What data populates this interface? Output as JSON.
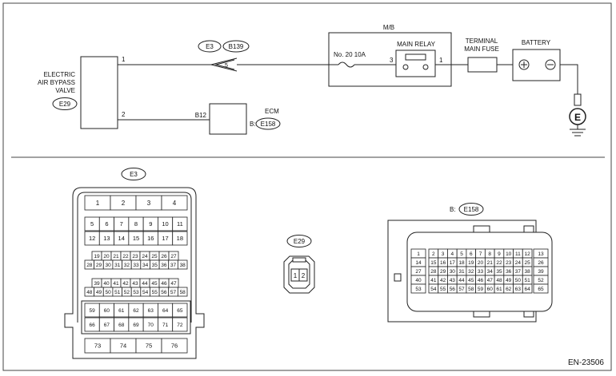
{
  "wiring": {
    "valve": {
      "label_lines": [
        "ELECTRIC",
        "AIR BYPASS",
        "VALVE"
      ],
      "connector": "E29",
      "pin_top": "1",
      "pin_bottom": "2"
    },
    "connector_e3": {
      "id": "E3",
      "mate": "B139",
      "pin": "5"
    },
    "ecm": {
      "label": "ECM",
      "prefix": "B:",
      "connector": "E158",
      "pin": "B12"
    },
    "mb": {
      "label": "M/B",
      "fuse": "No. 20  10A",
      "relay": "MAIN RELAY",
      "pin_left": "3",
      "pin_right": "1"
    },
    "terminal_fuse": {
      "label_lines": [
        "TERMINAL",
        "MAIN FUSE"
      ]
    },
    "battery": {
      "label": "BATTERY"
    },
    "ground": {
      "label": "E"
    }
  },
  "connectors": {
    "e3": {
      "label": "E3",
      "rows": [
        [
          "1",
          "2",
          "3",
          "4"
        ],
        [
          "5",
          "6",
          "7",
          "8",
          "9",
          "10",
          "11"
        ],
        [
          "12",
          "13",
          "14",
          "15",
          "16",
          "17",
          "18"
        ],
        [
          "19",
          "20",
          "21",
          "22",
          "23",
          "24",
          "25",
          "26",
          "27"
        ],
        [
          "28",
          "29",
          "30",
          "31",
          "32",
          "33",
          "34",
          "35",
          "36",
          "37",
          "38"
        ],
        [
          "39",
          "40",
          "41",
          "42",
          "43",
          "44",
          "45",
          "46",
          "47"
        ],
        [
          "48",
          "49",
          "50",
          "51",
          "52",
          "53",
          "54",
          "55",
          "56",
          "57",
          "58"
        ],
        [
          "59",
          "60",
          "61",
          "62",
          "63",
          "64",
          "65"
        ],
        [
          "66",
          "67",
          "68",
          "69",
          "70",
          "71",
          "72"
        ],
        [
          "73",
          "74",
          "75",
          "76"
        ]
      ]
    },
    "e29": {
      "label": "E29",
      "pins": [
        "1",
        "2"
      ]
    },
    "e158": {
      "label": "E158",
      "prefix": "B:",
      "left": [
        "1",
        "14",
        "27",
        "40",
        "53"
      ],
      "right": [
        "13",
        "26",
        "39",
        "52",
        "65"
      ],
      "middle": [
        [
          "2",
          "3",
          "4",
          "5",
          "6",
          "7",
          "8",
          "9",
          "10",
          "11",
          "12"
        ],
        [
          "15",
          "16",
          "17",
          "18",
          "19",
          "20",
          "21",
          "22",
          "23",
          "24",
          "25"
        ],
        [
          "28",
          "29",
          "30",
          "31",
          "32",
          "33",
          "34",
          "35",
          "36",
          "37",
          "38"
        ],
        [
          "41",
          "42",
          "43",
          "44",
          "45",
          "46",
          "47",
          "48",
          "49",
          "50",
          "51"
        ],
        [
          "54",
          "55",
          "56",
          "57",
          "58",
          "59",
          "60",
          "61",
          "62",
          "63",
          "64"
        ]
      ]
    }
  },
  "figure_code": "EN-23506"
}
